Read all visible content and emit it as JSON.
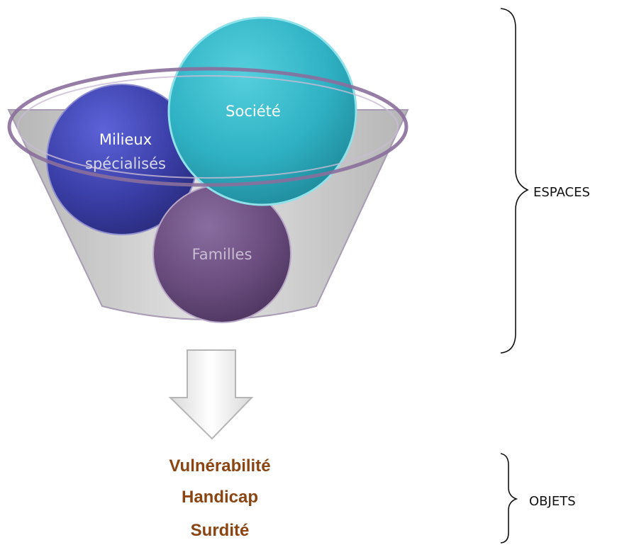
{
  "funnel": {
    "bubbles": {
      "milieux": {
        "line1": "Milieux",
        "line2": "spécialisés"
      },
      "societe": "Société",
      "familles": "Familles"
    }
  },
  "objets": [
    "Vulnérabilité",
    "Handicap",
    "Surdité"
  ],
  "brackets": {
    "espaces": "ESPACES",
    "objets": "OBJETS"
  },
  "colors": {
    "milieux": "#3b3fa8",
    "societe": "#2fb2c4",
    "familles": "#6a4d7e",
    "funnel_rim": "#8a6f9c",
    "funnel_body": "#c9c9c9",
    "objets_text": "#8b4513"
  }
}
